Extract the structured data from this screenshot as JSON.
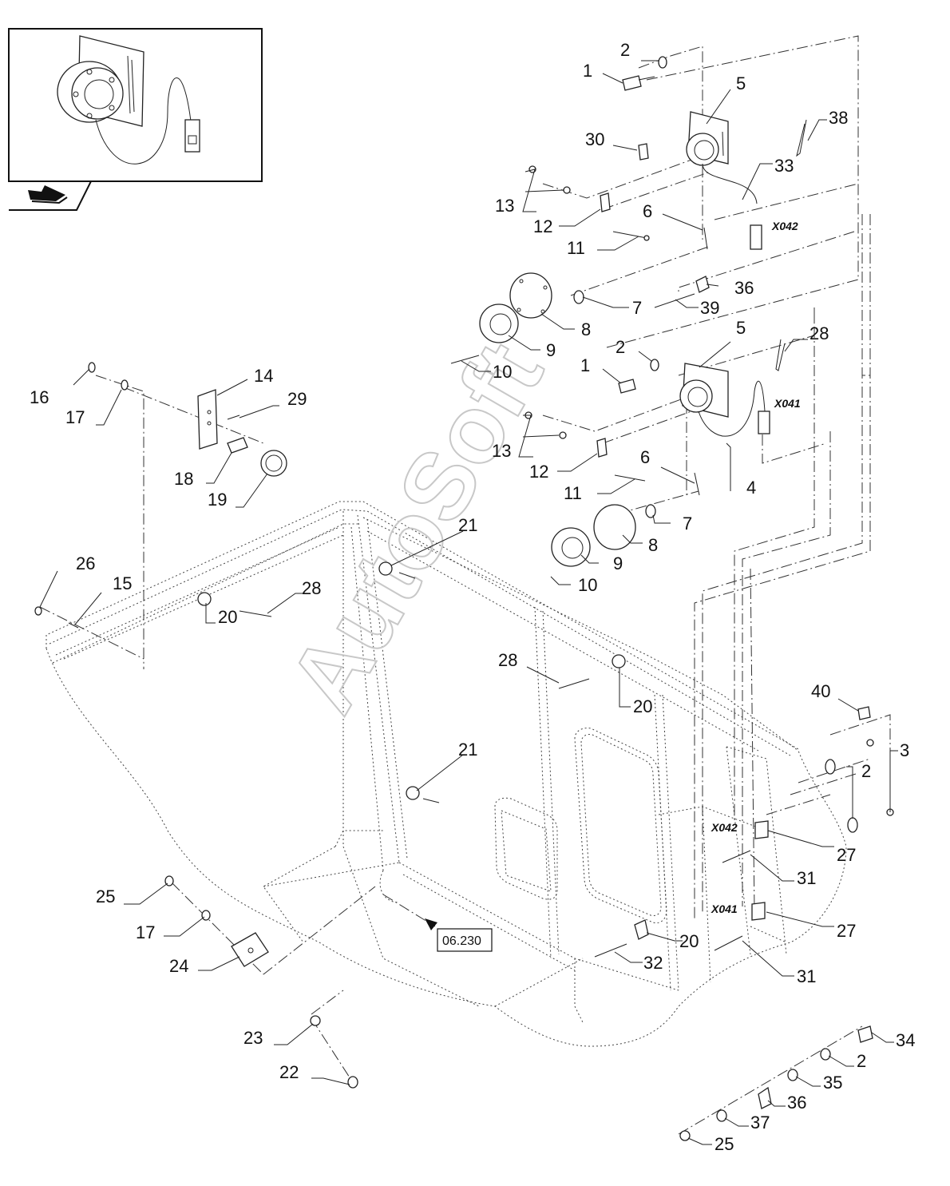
{
  "references": {
    "section_ref": "06.230"
  },
  "connectors": {
    "x042_top": "X042",
    "x041_top": "X041",
    "x042_bottom": "X042",
    "x041_bottom": "X041"
  },
  "watermark": "AutoSoft",
  "inset": {
    "icon": "return-arrow-icon"
  },
  "callouts": {
    "c1a": "1",
    "c1b": "1",
    "c2a": "2",
    "c2b": "2",
    "c2c": "2",
    "c2d": "2",
    "c3": "3",
    "c4": "4",
    "c5a": "5",
    "c5b": "5",
    "c6a": "6",
    "c6b": "6",
    "c7a": "7",
    "c7b": "7",
    "c8a": "8",
    "c8b": "8",
    "c9a": "9",
    "c9b": "9",
    "c10a": "10",
    "c10b": "10",
    "c11a": "11",
    "c11b": "11",
    "c12a": "12",
    "c12b": "12",
    "c13a": "13",
    "c13b": "13",
    "c14": "14",
    "c15": "15",
    "c16": "16",
    "c17a": "17",
    "c17b": "17",
    "c18": "18",
    "c19": "19",
    "c20a": "20",
    "c20b": "20",
    "c20c": "20",
    "c21a": "21",
    "c21b": "21",
    "c22": "22",
    "c23": "23",
    "c24": "24",
    "c25a": "25",
    "c25b": "25",
    "c26": "26",
    "c27a": "27",
    "c27b": "27",
    "c28a": "28",
    "c28b": "28",
    "c28c": "28",
    "c29": "29",
    "c30": "30",
    "c31a": "31",
    "c31b": "31",
    "c32": "32",
    "c33": "33",
    "c34": "34",
    "c35": "35",
    "c36a": "36",
    "c36b": "36",
    "c37": "37",
    "c38": "38",
    "c39": "39",
    "c40": "40"
  }
}
